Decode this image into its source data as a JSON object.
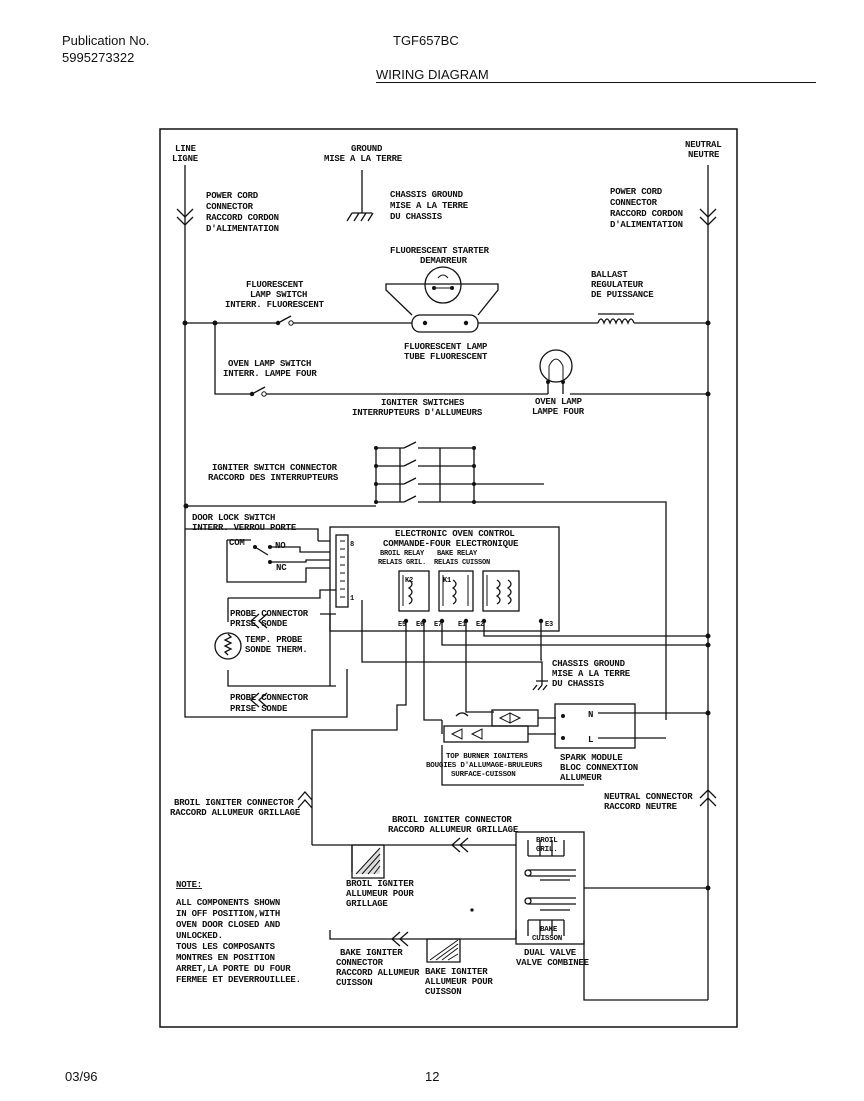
{
  "header": {
    "publication_label": "Publication No.",
    "publication_number": "5995273322",
    "model": "TGF657BC",
    "title": "WIRING DIAGRAM"
  },
  "footer": {
    "date": "03/96",
    "page": "12"
  },
  "labels": {
    "line": [
      "LINE",
      "LIGNE"
    ],
    "ground": [
      "GROUND",
      "MISE A LA TERRE"
    ],
    "neutral": [
      "NEUTRAL",
      "NEUTRE"
    ],
    "power_cord_left": [
      "POWER CORD",
      "CONNECTOR",
      "RACCORD CORDON",
      "D'ALIMENTATION"
    ],
    "chassis_ground_top": [
      "CHASSIS GROUND",
      "MISE A LA TERRE",
      "DU CHASSIS"
    ],
    "power_cord_right": [
      "POWER CORD",
      "CONNECTOR",
      "RACCORD CORDON",
      "D'ALIMENTATION"
    ],
    "fluorescent_starter": [
      "FLUORESCENT STARTER",
      "DEMARREUR"
    ],
    "fluorescent_switch": [
      "FLUORESCENT",
      "LAMP SWITCH",
      "INTERR. FLUORESCENT"
    ],
    "ballast": [
      "BALLAST",
      "REGULATEUR",
      "DE PUISSANCE"
    ],
    "fluorescent_lamp": [
      "FLUORESCENT LAMP",
      "TUBE FLUORESCENT"
    ],
    "oven_lamp_switch": [
      "OVEN LAMP SWITCH",
      "INTERR. LAMPE FOUR"
    ],
    "igniter_switches": [
      "IGNITER SWITCHES",
      "INTERRUPTEURS D'ALLUMEURS"
    ],
    "oven_lamp": [
      "OVEN LAMP",
      "LAMPE FOUR"
    ],
    "igniter_switch_connector": [
      "IGNITER SWITCH CONNECTOR",
      "RACCORD DES INTERRUPTEURS"
    ],
    "door_lock_switch": [
      "DOOR LOCK SWITCH",
      "INTERR. VERROU PORTE"
    ],
    "com": "COM",
    "no": "NO",
    "nc": "NC",
    "eoc": [
      "ELECTRONIC OVEN CONTROL",
      "COMMANDE-FOUR ELECTRONIQUE"
    ],
    "broil_relay": [
      "BROIL RELAY",
      "RELAIS GRIL."
    ],
    "bake_relay": [
      "BAKE RELAY",
      "RELAIS CUISSON"
    ],
    "pin_8": "8",
    "pin_1": "1",
    "relay_k2": "K2",
    "relay_k1": "K1",
    "terminals": [
      "E5",
      "E6",
      "E7",
      "E1",
      "E2",
      "E3"
    ],
    "probe_connector_top": [
      "PROBE CONNECTOR",
      "PRISE SONDE"
    ],
    "temp_probe": [
      "TEMP. PROBE",
      "SONDE THERM."
    ],
    "probe_connector_bottom": [
      "PROBE CONNECTOR",
      "PRISE SONDE"
    ],
    "chassis_ground_mid": [
      "CHASSIS GROUND",
      "MISE A LA TERRE",
      "DU CHASSIS"
    ],
    "top_burner_igniters": [
      "TOP BURNER IGNITERS",
      "BOUGIES D'ALLUMAGE-BRULEURS",
      "SURFACE-CUISSON"
    ],
    "spark_module": [
      "SPARK MODULE",
      "BLOC CONNEXTION",
      "ALLUMEUR"
    ],
    "spark_n": "N",
    "spark_l": "L",
    "broil_igniter_connector_left": [
      "BROIL IGNITER CONNECTOR",
      "RACCORD ALLUMEUR GRILLAGE"
    ],
    "neutral_connector": [
      "NEUTRAL CONNECTOR",
      "RACCORD NEUTRE"
    ],
    "broil_igniter_connector_mid": [
      "BROIL IGNITER CONNECTOR",
      "RACCORD ALLUMEUR GRILLAGE"
    ],
    "valve_broil": [
      "BROIL",
      "GRIL."
    ],
    "valve_bake": [
      "BAKE",
      "CUISSON"
    ],
    "broil_igniter": [
      "BROIL IGNITER",
      "ALLUMEUR POUR",
      "GRILLAGE"
    ],
    "bake_igniter_connector": [
      "BAKE IGNITER",
      "CONNECTOR",
      "RACCORD ALLUMEUR",
      "CUISSON"
    ],
    "bake_igniter": [
      "BAKE IGNITER",
      "ALLUMEUR POUR",
      "CUISSON"
    ],
    "dual_valve": [
      "DUAL VALVE",
      "VALVE COMBINEE"
    ],
    "note": [
      "NOTE:",
      "ALL COMPONENTS SHOWN",
      "IN OFF POSITION,WITH",
      "OVEN DOOR CLOSED AND",
      "UNLOCKED.",
      "",
      "TOUS LES COMPOSANTS",
      "MONTRES EN POSITION",
      "ARRET,LA PORTE DU FOUR",
      "FERMEE ET DEVERROUILLEE."
    ]
  }
}
